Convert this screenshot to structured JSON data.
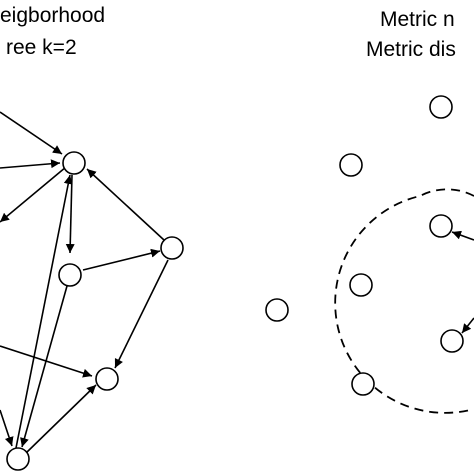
{
  "left_panel": {
    "title_line1": "eigborhood",
    "title_line2": "ree k=2"
  },
  "right_panel": {
    "title_line1": "Metric n",
    "title_line2": "Metric dis"
  }
}
